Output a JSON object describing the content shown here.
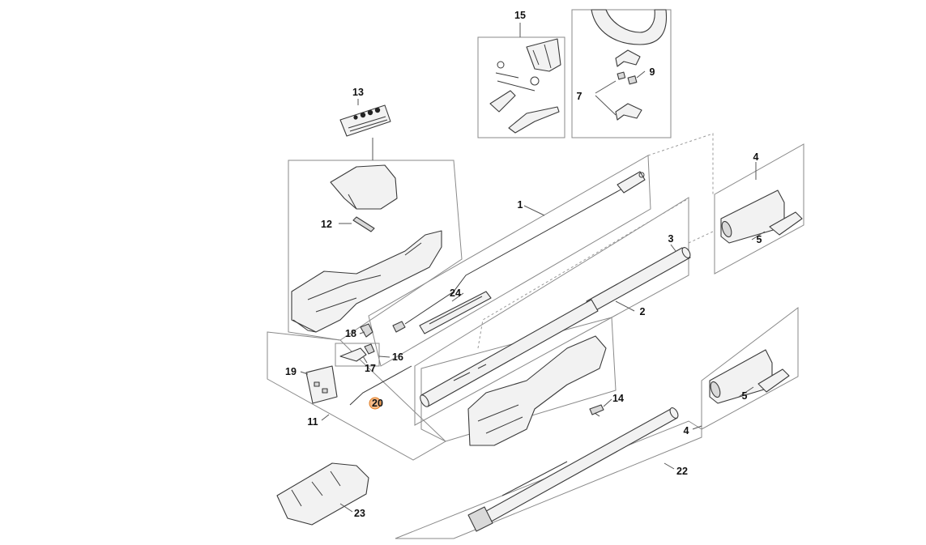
{
  "diagram": {
    "labels": {
      "p1": "1",
      "p2": "2",
      "p3": "3",
      "p4a": "4",
      "p4b": "4",
      "p5a": "5",
      "p5b": "5",
      "p7": "7",
      "p9": "9",
      "p11": "11",
      "p12": "12",
      "p13": "13",
      "p14": "14",
      "p15": "15",
      "p16": "16",
      "p17": "17",
      "p18": "18",
      "p19": "19",
      "p20": "20",
      "p22": "22",
      "p23": "23",
      "p24": "24"
    },
    "highlight_color": "#f4a460"
  }
}
